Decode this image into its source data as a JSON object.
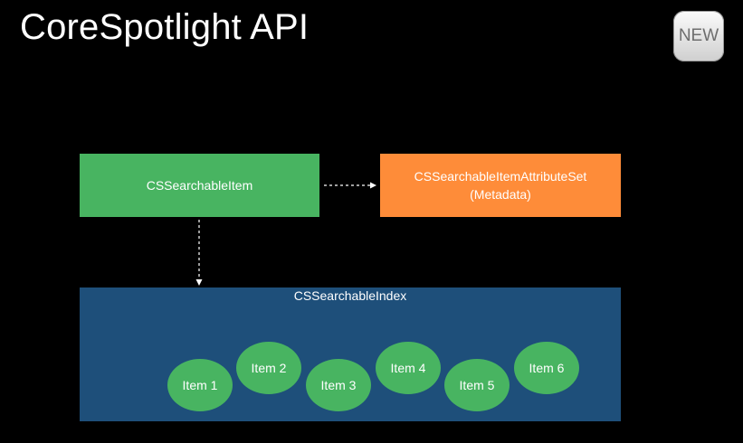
{
  "title": "CoreSpotlight API",
  "badge": "NEW",
  "diagram": {
    "searchable_item": "CSSearchableItem",
    "attribute_set": {
      "line1": "CSSearchableItemAttributeSet",
      "line2": "(Metadata)"
    },
    "searchable_index": "CSSearchableIndex",
    "items": [
      "Item 1",
      "Item 2",
      "Item 3",
      "Item 4",
      "Item 5",
      "Item 6"
    ]
  },
  "colors": {
    "background": "#000000",
    "item_green": "#48b461",
    "attribute_orange": "#fe8c39",
    "index_blue": "#1e4f7a"
  }
}
